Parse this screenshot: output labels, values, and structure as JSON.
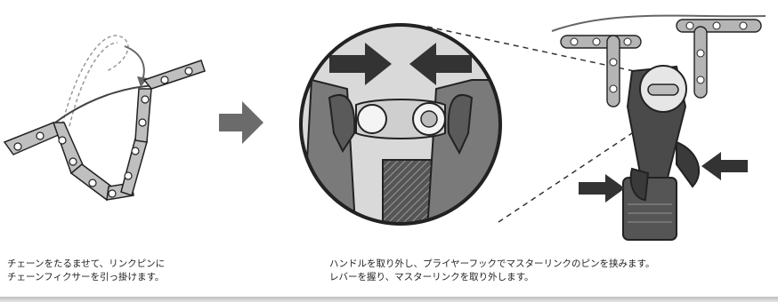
{
  "captions": {
    "step1_line1": "チェーンをたるませて、リンクピンに",
    "step1_line2": "チェーンフィクサーを引っ掛けます。",
    "step2_line1": "ハンドルを取り外し、プライヤーフックでマスターリンクのピンを挟みます。",
    "step2_line2": "レバーを握り、マスターリンクを取り外します。"
  },
  "colors": {
    "ink": "#222222",
    "chain_gray": "#8a8a8a",
    "tool_dark": "#4a4a4a",
    "arrow_gray": "#6b6b6b"
  }
}
